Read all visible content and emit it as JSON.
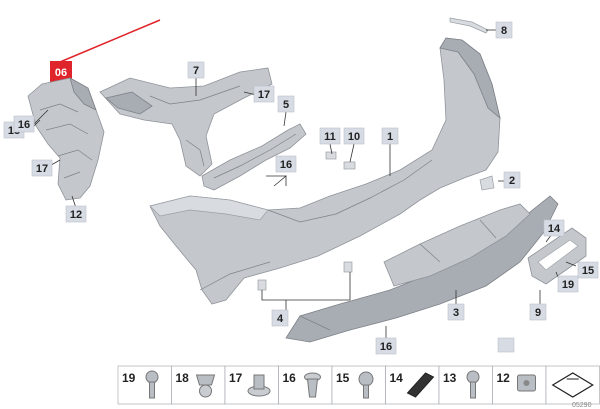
{
  "figure_tag": "06",
  "callouts": {
    "c1": "1",
    "c2": "2",
    "c3": "3",
    "c4": "4",
    "c5": "5",
    "c7": "7",
    "c8": "8",
    "c9": "9",
    "c10": "10",
    "c11": "11",
    "c12": "12",
    "c13": "13",
    "c14": "14",
    "c15": "15",
    "c16a": "16",
    "c16b": "16",
    "c16c": "16",
    "c17a": "17",
    "c17b": "17",
    "c19": "19"
  },
  "parts_tray": [
    {
      "number": "19",
      "icon": "screw-icon"
    },
    {
      "number": "18",
      "icon": "clip-nut-icon"
    },
    {
      "number": "17",
      "icon": "collar-nut-icon"
    },
    {
      "number": "16",
      "icon": "expanding-rivet-icon"
    },
    {
      "number": "15",
      "icon": "torx-screw-icon"
    },
    {
      "number": "14",
      "icon": "adhesive-pad-icon"
    },
    {
      "number": "13",
      "icon": "screw-icon"
    },
    {
      "number": "12",
      "icon": "grommet-icon"
    },
    {
      "number": "",
      "icon": "sheet-icon"
    }
  ],
  "footer_id": "05290"
}
